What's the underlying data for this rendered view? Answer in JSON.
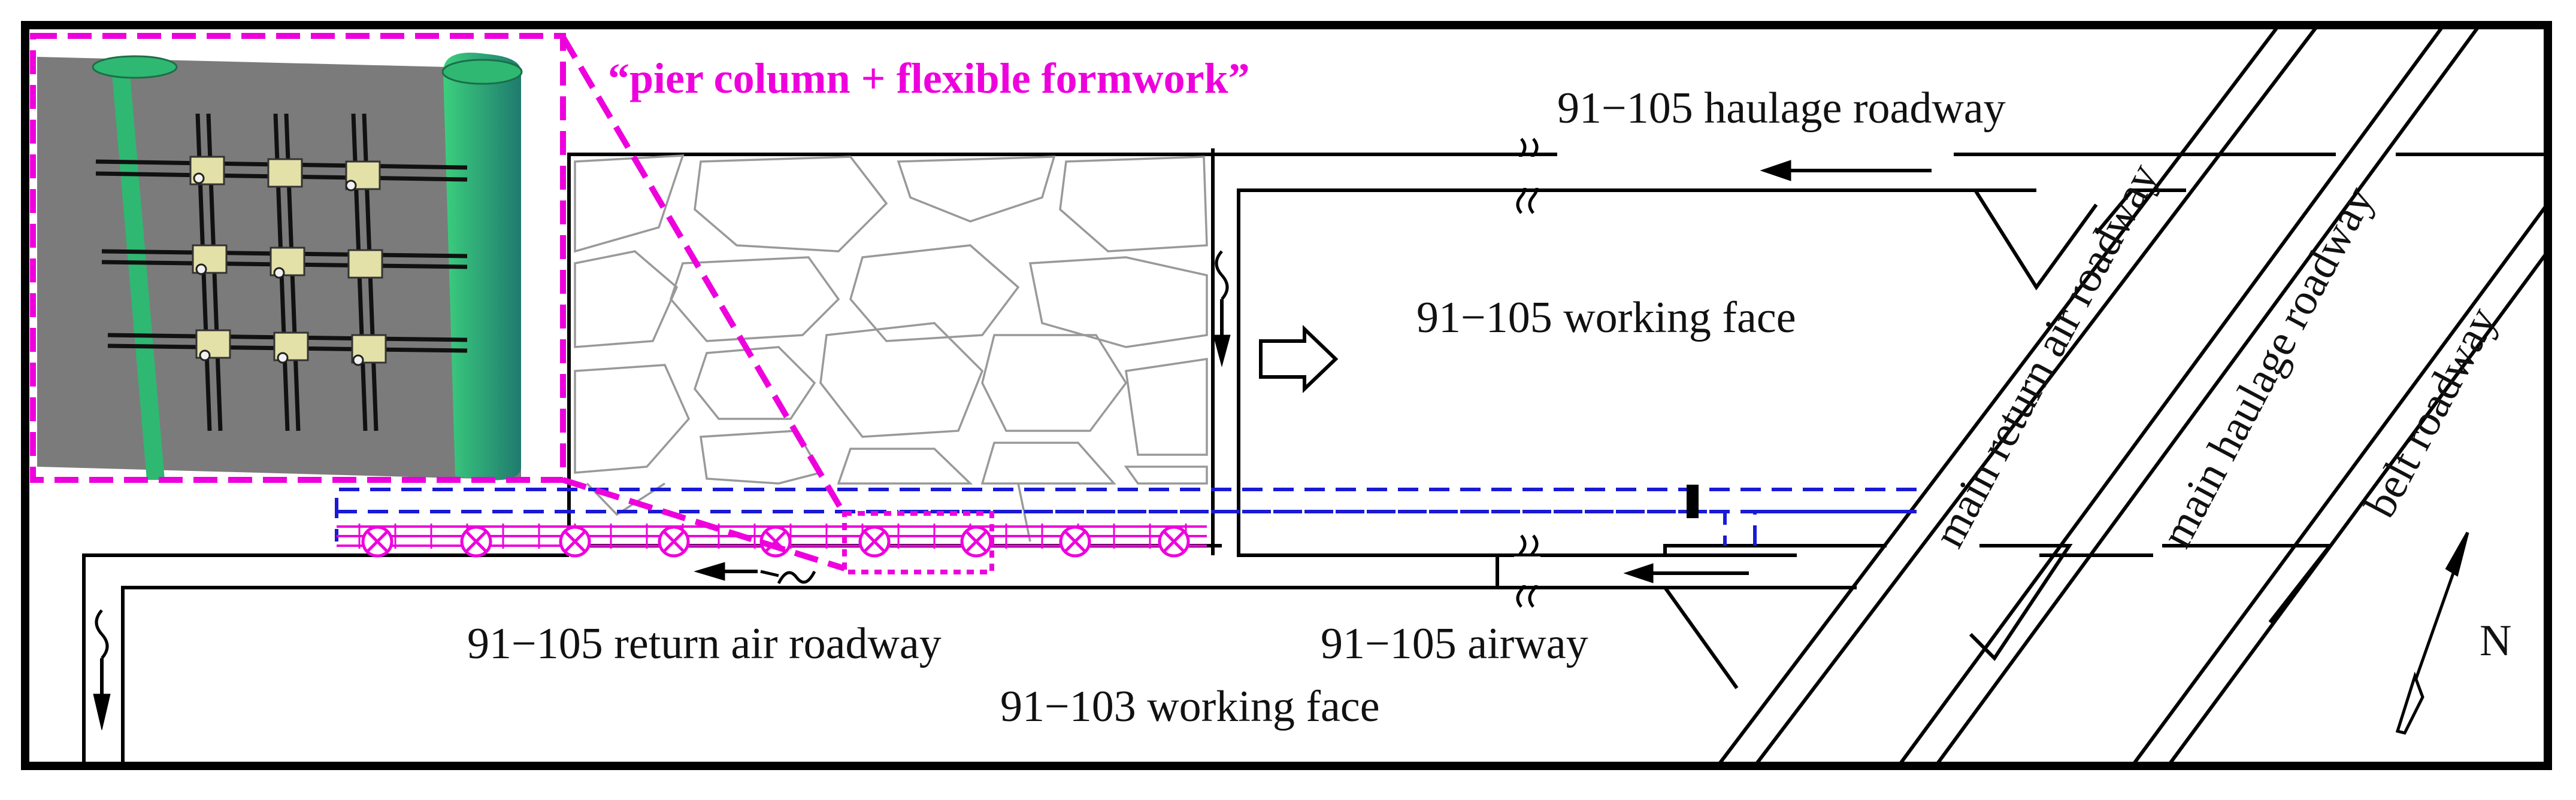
{
  "labels": {
    "callout": "“pier column + flexible formwork”",
    "haulage_roadway_105": "91−105 haulage roadway",
    "working_face_105": "91−105 working face",
    "return_air_roadway_105": "91−105 return air roadway",
    "airway_105": "91−105 airway",
    "working_face_103": "91−103 working face",
    "main_return_air_roadway": "main return air roadway",
    "main_haulage_roadway": "main haulage roadway",
    "belt_roadway": "belt roadway",
    "north": "N"
  },
  "colors": {
    "callout": "#ee00dd",
    "ventilation": "#1a1ad6",
    "pier_green": "#2fb872",
    "pier_grey": "#7b7b7b"
  },
  "icons": [
    "north-arrow-icon",
    "advance-arrow-icon",
    "airflow-arrow-icon",
    "pier-column-icon"
  ]
}
